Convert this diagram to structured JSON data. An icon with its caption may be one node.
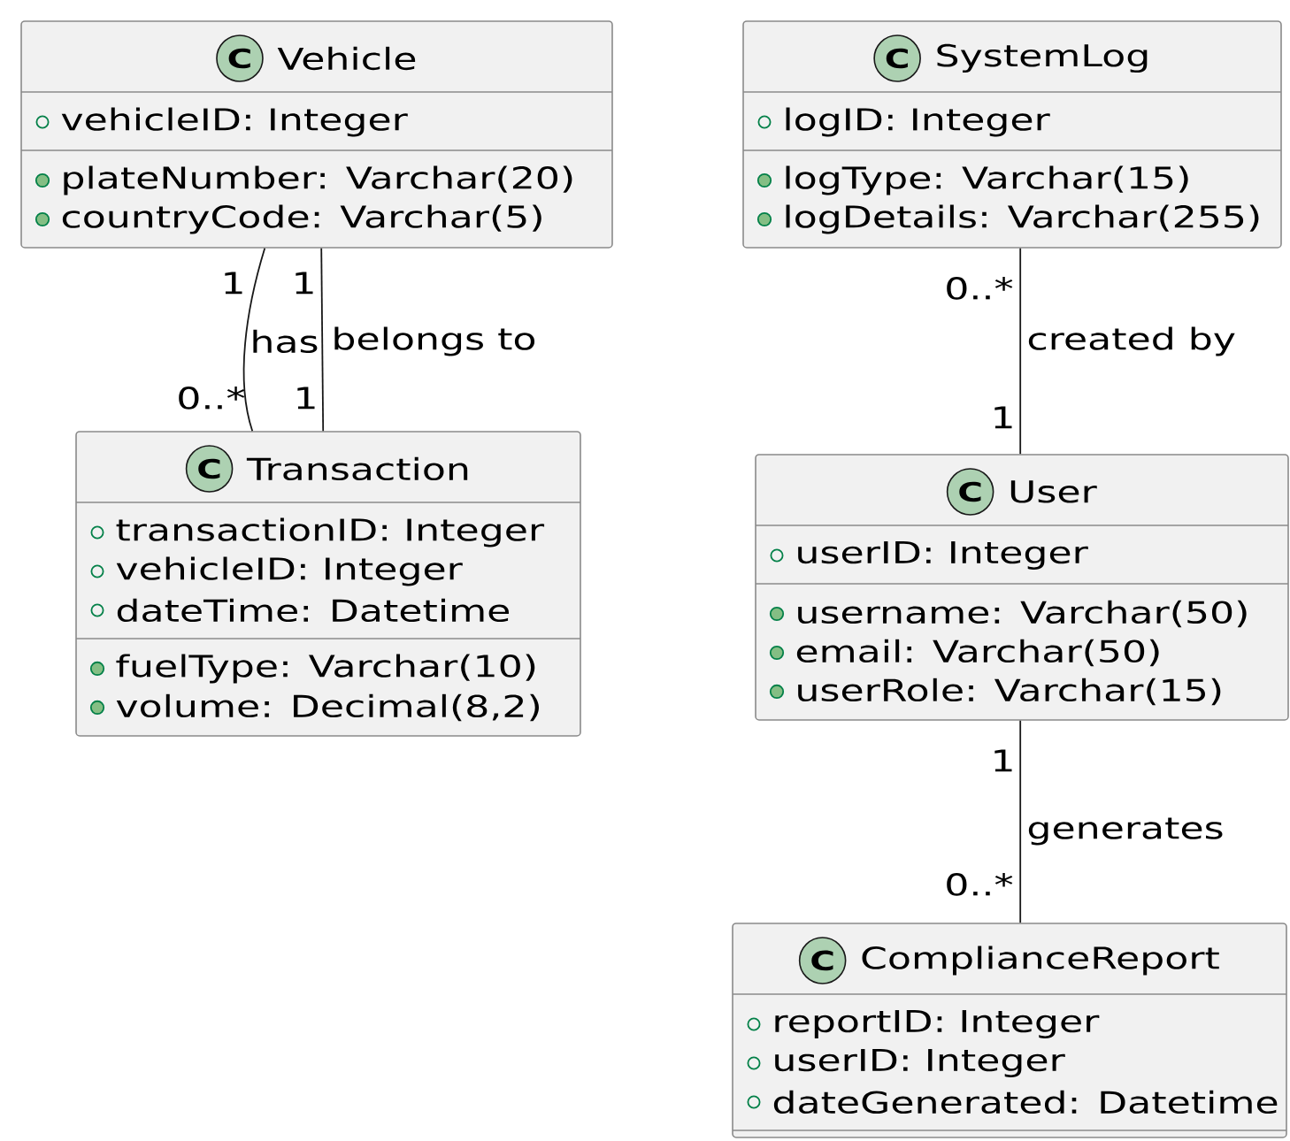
{
  "diagram": {
    "nodes": [
      {
        "text": [
          "C",
          "Vehicle",
          "vehicleID: Integer",
          "plateNumber: Varchar(20)",
          "countryCode: Varchar(5)"
        ]
      },
      {
        "text": [
          "C",
          "SystemLog",
          "logID: Integer",
          "logType: Varchar(15)",
          "logDetails: Varchar(255)"
        ]
      },
      {
        "text": [
          "C",
          "Transaction",
          "transactionID: Integer",
          "vehicleID: Integer",
          "dateTime: Datetime",
          "fuelType: Varchar(10)",
          "volume: Decimal(8,2)"
        ]
      },
      {
        "text": [
          "C",
          "User",
          "userID: Integer",
          "username: Varchar(50)",
          "email: Varchar(50)",
          "userRole: Varchar(15)"
        ]
      },
      {
        "text": [
          "C",
          "ComplianceReport",
          "reportID: Integer",
          "userID: Integer",
          "dateGenerated: Datetime"
        ]
      }
    ],
    "edges": [
      {
        "from": 0,
        "to": 2,
        "arrow": "none",
        "label": "has"
      },
      {
        "from": 0,
        "to": 2,
        "arrow": "none",
        "label": "belongs to"
      },
      {
        "from": 1,
        "to": 3,
        "arrow": "none",
        "label": "created by"
      },
      {
        "from": 3,
        "to": 4,
        "arrow": "none",
        "label": "generates"
      }
    ],
    "labels": [
      "1",
      "1",
      "0..*",
      "0..*",
      "1",
      "1",
      "1",
      "0..*"
    ]
  }
}
